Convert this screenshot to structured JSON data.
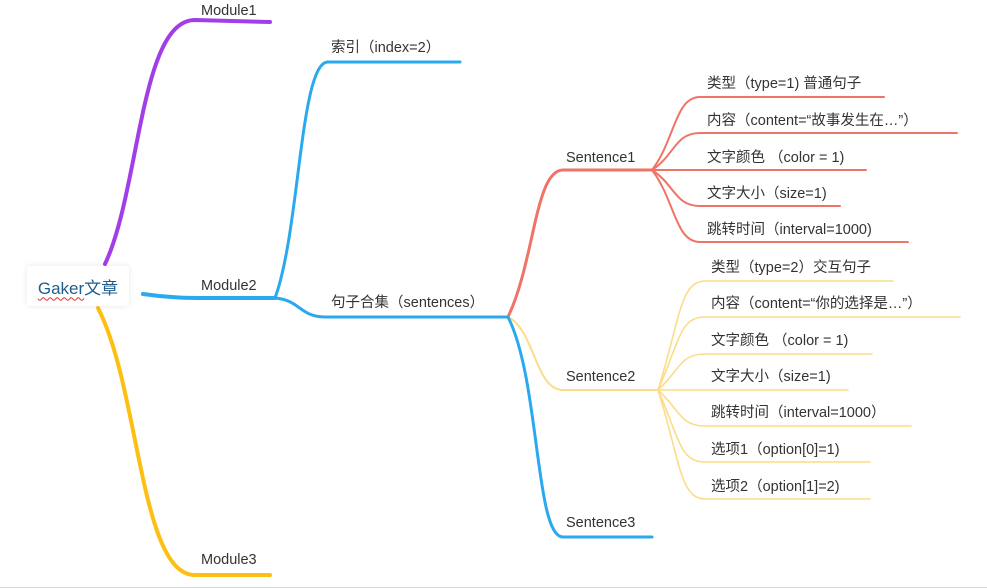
{
  "colors": {
    "purple": "#a23ee8",
    "blue": "#2aa9ef",
    "gold": "#fcbf12",
    "salmon": "#ef7467",
    "light_gold": "#fbdc88",
    "text": "#333333",
    "root_text": "#1f5d8a"
  },
  "root": {
    "word": "Gaker",
    "suffix": "文章"
  },
  "modules": {
    "m1": "Module1",
    "m2": "Module2",
    "m3": "Module3"
  },
  "module2": {
    "index": "索引（index=2）",
    "sentences": "句子合集（sentences）"
  },
  "sentence_nodes": {
    "s1": "Sentence1",
    "s2": "Sentence2",
    "s3": "Sentence3"
  },
  "sentence1": [
    "类型（type=1) 普通句子",
    "内容（content=“故事发生在…”）",
    "文字颜色 （color = 1)",
    "文字大小（size=1)",
    "跳转时间（interval=1000)"
  ],
  "sentence2": [
    "类型（type=2）交互句子",
    "内容（content=“你的选择是…”）",
    "文字颜色 （color = 1)",
    "文字大小（size=1)",
    "跳转时间（interval=1000）",
    "选项1（option[0]=1)",
    "选项2（option[1]=2)"
  ]
}
